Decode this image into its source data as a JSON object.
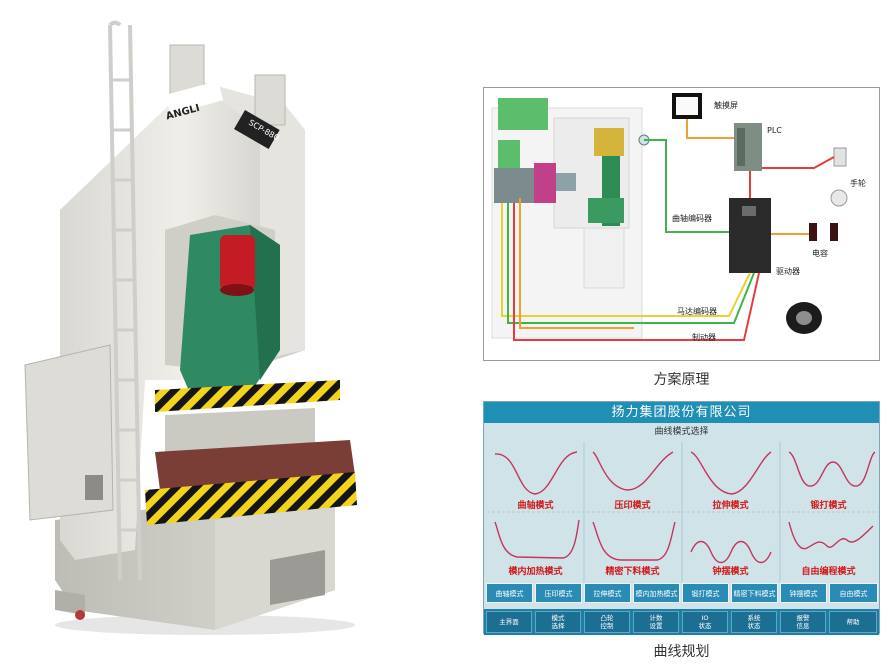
{
  "press": {
    "brand_badge": "ANGLI",
    "model_badge": "SCP-880"
  },
  "schematic": {
    "caption": "方案原理",
    "labels": {
      "touchscreen": "触摸屏",
      "plc": "PLC",
      "handwheel": "手轮",
      "crank_encoder": "曲轴编码器",
      "capacitor": "电容",
      "driver": "驱动器",
      "motor_encoder": "马达编码器",
      "brake": "制动器"
    },
    "colors": {
      "green_wire": "#3fb44d",
      "red_wire": "#e53d3d",
      "orange_wire": "#f0a033",
      "yellow_wire": "#e8d232"
    }
  },
  "hmi": {
    "caption": "曲线规划",
    "title": "扬力集团股份有限公司",
    "subtitle": "曲线模式选择",
    "curves": [
      "曲轴模式",
      "压印模式",
      "拉伸模式",
      "锻打模式",
      "模内加热模式",
      "精密下料模式",
      "钟摆模式",
      "自由编程模式"
    ],
    "mode_buttons": [
      "曲轴模式",
      "压印模式",
      "拉伸模式",
      "模内加热模式",
      "锻打模式",
      "精密下料模式",
      "钟摆模式",
      "自由模式"
    ],
    "nav": [
      [
        "主界面"
      ],
      [
        "模式",
        "选择"
      ],
      [
        "凸轮",
        "控制"
      ],
      [
        "计数",
        "设置"
      ],
      [
        "IO",
        "状态"
      ],
      [
        "系统",
        "状态"
      ],
      [
        "报警",
        "信息"
      ],
      [
        "帮助"
      ]
    ],
    "colors": {
      "title_bar": "#1f8fb6",
      "panel": "#cfe3e9",
      "curve": "#c4365a",
      "label": "#d21a1a"
    }
  }
}
